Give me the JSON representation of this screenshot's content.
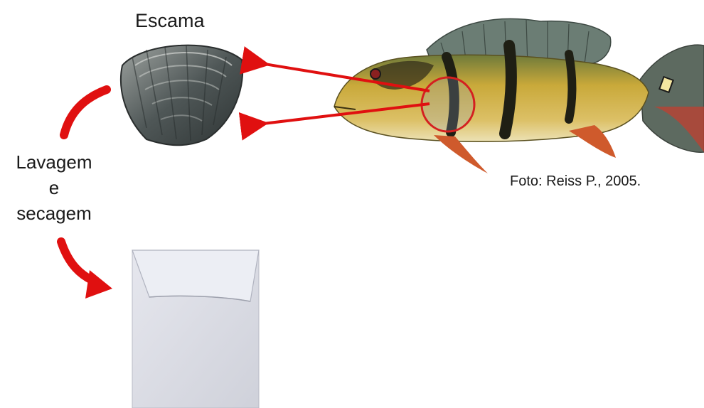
{
  "labels": {
    "scale_title": "Escama",
    "process_line1": "Lavagem",
    "process_line2": "e",
    "process_line3": "secagem",
    "photo_credit": "Foto: Reiss P., 2005."
  },
  "colors": {
    "arrow_red": "#e01010",
    "highlight_circle": "#d42020",
    "fish_body": "#c9a93a",
    "fish_belly": "#e8d9a0",
    "fish_stripe": "#1f1f14",
    "fish_fin": "#cf5a2c",
    "scale_gray": "#5e6464",
    "envelope": "#d9dbe4"
  },
  "icons": {
    "scale": "fish-scale-image",
    "fish": "peacock-bass-image",
    "envelope": "paper-envelope-image"
  }
}
